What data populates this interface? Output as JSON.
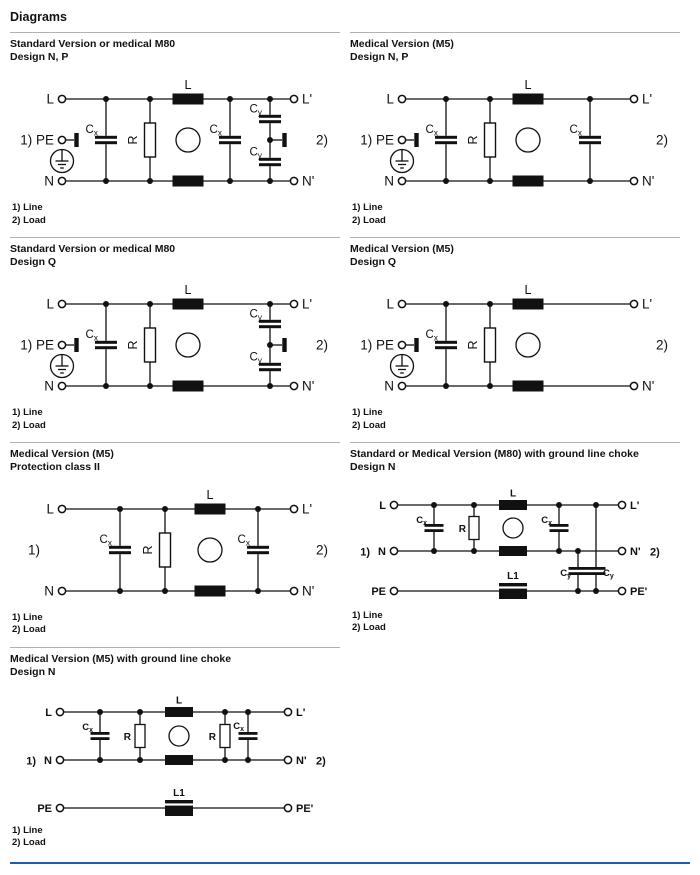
{
  "header": {
    "title": "Diagrams"
  },
  "notes": {
    "line": "1) Line",
    "load": "2) Load"
  },
  "sym": {
    "L": "L",
    "N": "N",
    "PE": "PE",
    "L_out": "L'",
    "N_out": "N'",
    "PE_out": "PE'",
    "choke": "L",
    "ground_choke": "L1",
    "R": "R",
    "C": "C",
    "sub_x": "x",
    "sub_y": "y",
    "ref1": "1)",
    "ref2": "2)",
    "pe_in": "1) PE"
  },
  "panels": [
    {
      "title": "Standard Version or medical M80",
      "subtitle": "Design N, P"
    },
    {
      "title": "Medical Version (M5)",
      "subtitle": "Design N, P"
    },
    {
      "title": "Standard Version or medical M80",
      "subtitle": "Design Q"
    },
    {
      "title": "Medical Version (M5)",
      "subtitle": "Design Q"
    },
    {
      "title": "Medical Version (M5)",
      "subtitle": "Protection class II"
    },
    {
      "title": "Standard or Medical Version (M80) with ground line choke",
      "subtitle": "Design N"
    },
    {
      "title": "Medical Version (M5) with ground line choke",
      "subtitle": "Design N"
    }
  ],
  "colors": {
    "accent_rule": "#1e5bb4",
    "section_rule": "#b0b3b5",
    "ink": "#111111"
  }
}
